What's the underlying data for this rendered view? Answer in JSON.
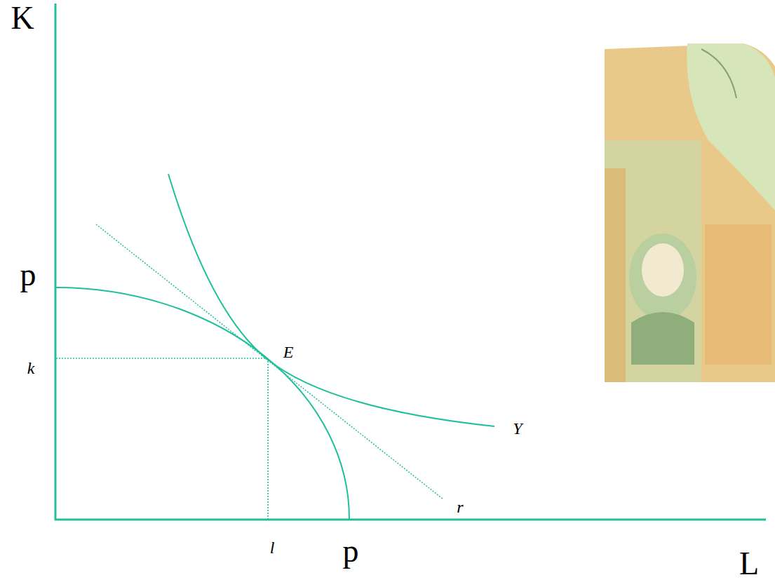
{
  "diagram": {
    "labels": [
      "K",
      "p",
      "k",
      "E",
      "Y",
      "r",
      "l",
      "p",
      "L"
    ]
  }
}
